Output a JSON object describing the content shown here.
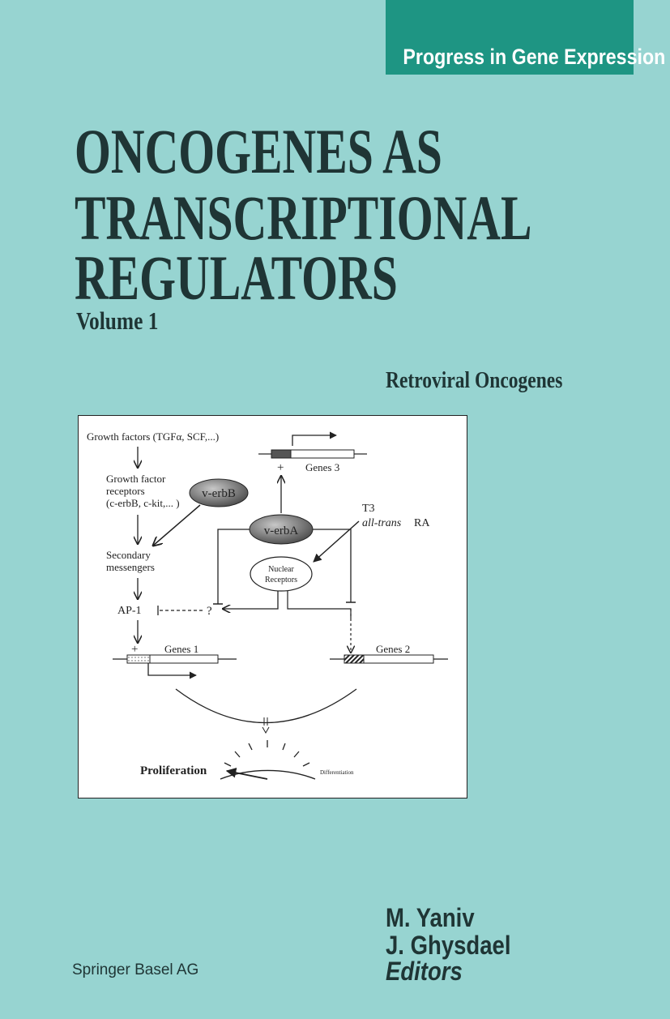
{
  "series": {
    "label": "Progress in Gene Expression"
  },
  "title": {
    "line1": "ONCOGENES AS",
    "line2": "TRANSCRIPTIONAL",
    "line3": "REGULATORS"
  },
  "volume": "Volume 1",
  "subtitle": "Retroviral Oncogenes",
  "figure": {
    "growth_factors": "Growth factors (TGFα, SCF,...)",
    "gf_receptors_1": "Growth factor",
    "gf_receptors_2": "receptors",
    "gf_receptors_3": "(c-erbB, c-kit,... )",
    "v_erbb": "v-erbB",
    "v_erba": "v-erbA",
    "secondary_1": "Secondary",
    "secondary_2": "messengers",
    "ap1": "AP-1",
    "question": "?",
    "t3": "T3",
    "all_trans": "all-trans",
    "ra": "RA",
    "nuclear_1": "Nuclear",
    "nuclear_2": "Receptors",
    "genes1": "Genes 1",
    "genes2": "Genes 2",
    "genes3": "Genes 3",
    "plus": "+",
    "proliferation": "Proliferation",
    "differentiation": "Differentiation"
  },
  "editors": {
    "name1": "M. Yaniv",
    "name2": "J. Ghysdael",
    "role": "Editors"
  },
  "publisher": "Springer Basel AG",
  "colors": {
    "background": "#97d4d1",
    "band": "#1e9583",
    "title_text": "#1f3535"
  }
}
